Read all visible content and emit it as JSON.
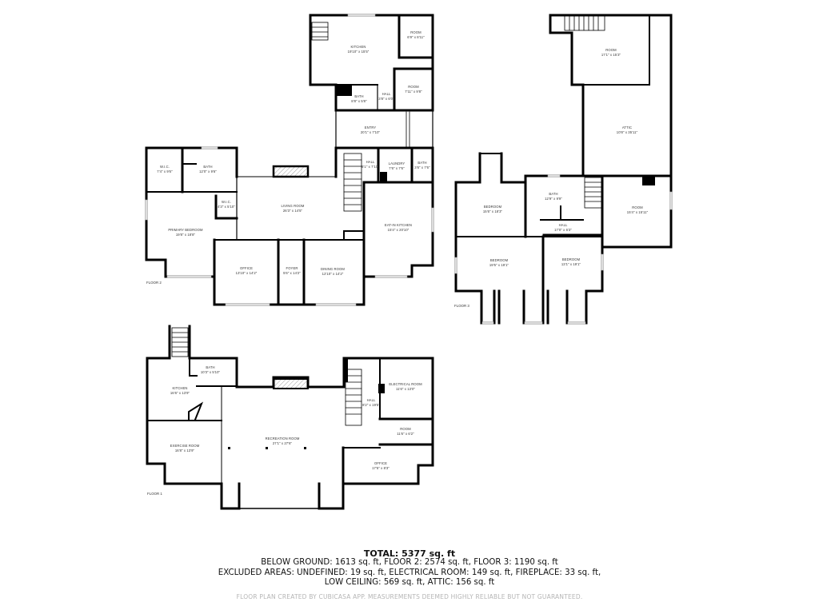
{
  "floors": {
    "floor2": {
      "label": "FLOOR 2",
      "rooms": {
        "kitchen": {
          "name": "KITCHEN",
          "dims": "19'10\" x 15'5\""
        },
        "room_a": {
          "name": "ROOM",
          "dims": "6'9\" x 8'11\""
        },
        "room_b": {
          "name": "ROOM",
          "dims": "7'11\" x 9'8\""
        },
        "bath_a": {
          "name": "BATH",
          "dims": "8'8\" x 5'8\""
        },
        "hall_a": {
          "name": "HALL",
          "dims": "3'8\" x 6'0\""
        },
        "entry": {
          "name": "ENTRY",
          "dims": "20'1\" x 7'10\""
        },
        "hall_b": {
          "name": "HALL",
          "dims": "8'1\" x 7'10\""
        },
        "laundry": {
          "name": "LAUNDRY",
          "dims": "7'6\" x 7'6\""
        },
        "bath_b": {
          "name": "BATH",
          "dims": "3'6\" x 7'6\""
        },
        "wic_a": {
          "name": "W.I.C.",
          "dims": "7'4\" x 9'6\""
        },
        "bath_c": {
          "name": "BATH",
          "dims": "12'0\" x 9'6\""
        },
        "wic_b": {
          "name": "W.I.C.",
          "dims": "4'3\" x 5'10\""
        },
        "primary_bedroom": {
          "name": "PRIMARY BEDROOM",
          "dims": "19'8\" x 18'8\""
        },
        "living_room": {
          "name": "LIVING ROOM",
          "dims": "26'3\" x 14'5\""
        },
        "eat_in_kitchen": {
          "name": "EAT-IN KITCHEN",
          "dims": "15'4\" x 20'10\""
        },
        "office": {
          "name": "OFFICE",
          "dims": "13'10\" x 14'2\""
        },
        "foyer": {
          "name": "FOYER",
          "dims": "5'6\" x 14'2\""
        },
        "dining_room": {
          "name": "DINING ROOM",
          "dims": "12'10\" x 14'2\""
        }
      }
    },
    "floor3": {
      "label": "FLOOR 3",
      "rooms": {
        "room_top": {
          "name": "ROOM",
          "dims": "17'1\" x 15'3\""
        },
        "attic": {
          "name": "ATTIC",
          "dims": "10'8\" x 35'11\""
        },
        "bedroom_a": {
          "name": "BEDROOM",
          "dims": "15'6\" x 18'3\""
        },
        "bath": {
          "name": "BATH",
          "dims": "12'9\" x 9'9\""
        },
        "room_right": {
          "name": "ROOM",
          "dims": "15'4\" x 15'11\""
        },
        "hall": {
          "name": "HALL",
          "dims": "17'0\" x 6'3\""
        },
        "bedroom_b": {
          "name": "BEDROOM",
          "dims": "19'5\" x 19'1\""
        },
        "bedroom_c": {
          "name": "BEDROOM",
          "dims": "13'1\" x 19'1\""
        }
      }
    },
    "floor1": {
      "label": "FLOOR 1",
      "rooms": {
        "bath": {
          "name": "BATH",
          "dims": "10'3\" x 5'10\""
        },
        "kitchen": {
          "name": "KITCHEN",
          "dims": "16'6\" x 13'9\""
        },
        "exercise_room": {
          "name": "EXERCISE ROOM",
          "dims": "16'8\" x 13'9\""
        },
        "recreation_room": {
          "name": "RECREATION ROOM",
          "dims": "27'1\" x 27'6\""
        },
        "hall": {
          "name": "HALL",
          "dims": "8'2\" x 19'5\""
        },
        "electrical_room": {
          "name": "ELECTRICAL ROOM",
          "dims": "11'6\" x 13'0\""
        },
        "room": {
          "name": "ROOM",
          "dims": "11'6\" x 6'2\""
        },
        "office": {
          "name": "OFFICE",
          "dims": "17'5\" x 8'3\""
        }
      }
    }
  },
  "summary": {
    "total": "TOTAL: 5377 sq. ft",
    "line1": "BELOW GROUND: 1613 sq. ft, FLOOR 2: 2574 sq. ft, FLOOR 3: 1190 sq. ft",
    "line2": "EXCLUDED AREAS: UNDEFINED: 19 sq. ft, ELECTRICAL ROOM: 149 sq. ft, FIREPLACE: 33 sq. ft,",
    "line3": "LOW CEILING: 569 sq. ft, ATTIC: 156 sq. ft",
    "disclaimer": "FLOOR PLAN CREATED BY CUBICASA APP. MEASUREMENTS DEEMED HIGHLY RELIABLE BUT NOT GUARANTEED."
  },
  "colors": {
    "wall": "#000000",
    "window": "#d0d0d0",
    "disclaimer_text": "#b5b5b5"
  }
}
